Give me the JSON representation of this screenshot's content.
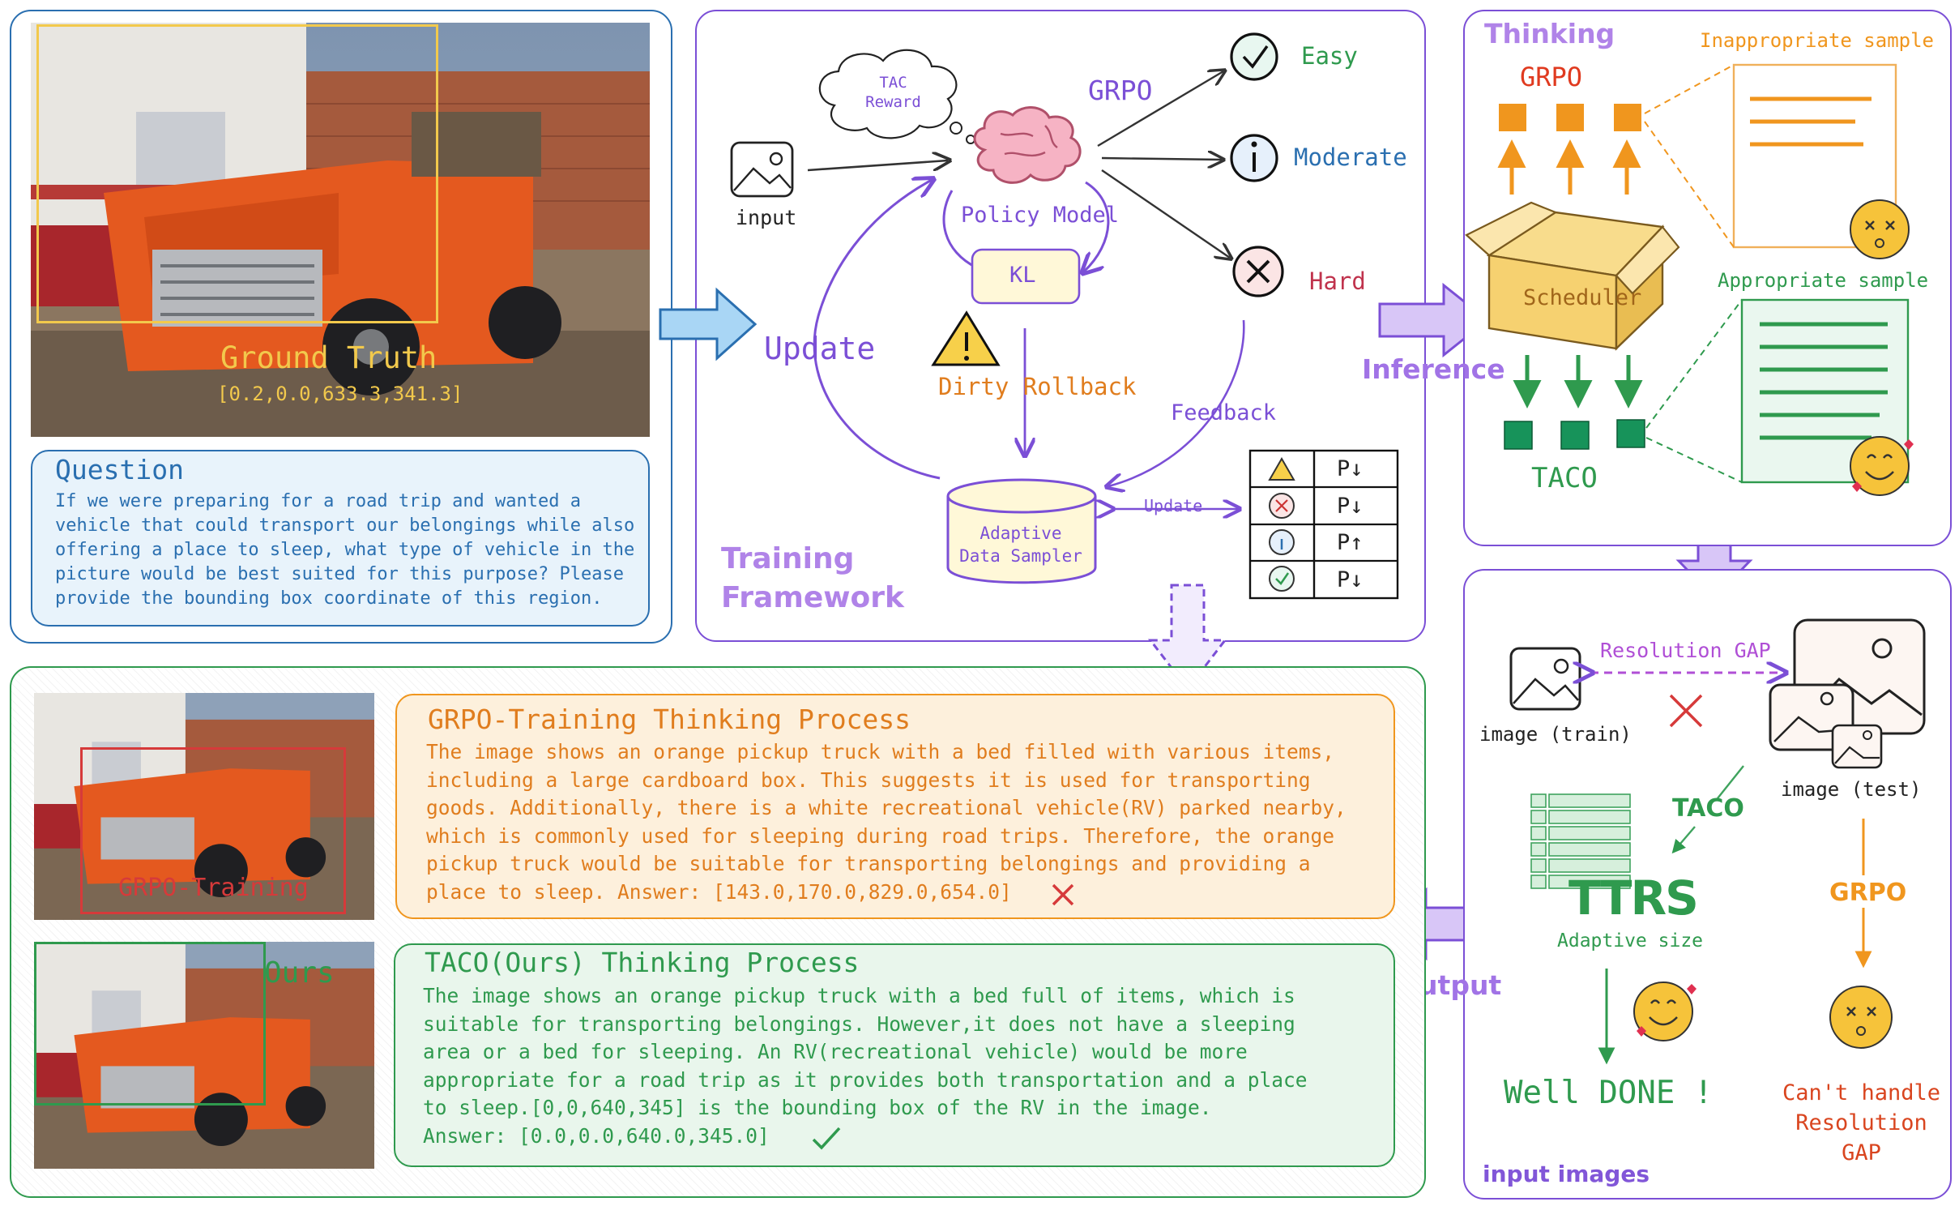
{
  "question_panel": {
    "gt_label": "Ground Truth",
    "gt_coords": "[0.2,0.0,633.3,341.3]",
    "question_title": "Question",
    "question_text": "If we were preparing for a road trip and wanted a\nvehicle that could transport our belongings while also\noffering a place to sleep, what type of vehicle in the\npicture would be best suited for this purpose? Please\nprovide the bounding box coordinate of this region."
  },
  "training": {
    "tac_reward": "TAC\nReward",
    "grpo": "GRPO",
    "input": "input",
    "policy_model": "Policy Model",
    "kl": "KL",
    "update": "Update",
    "dirty_rollback": "Dirty Rollback",
    "feedback": "Feedback",
    "easy": "Easy",
    "moderate": "Moderate",
    "hard": "Hard",
    "sampler": "Adaptive\nData Sampler",
    "update_small": "Update",
    "table_p": [
      "P↓",
      "P↓",
      "P↑",
      "P↓"
    ],
    "title": "Training\nFramework"
  },
  "thinking": {
    "title": "Thinking",
    "grpo": "GRPO",
    "inappropriate": "Inappropriate sample",
    "appropriate": "Appropriate sample",
    "scheduler": "Scheduler",
    "taco": "TACO",
    "inference": "Inference"
  },
  "input_images": {
    "resolution_gap": "Resolution GAP",
    "image_train": "image (train)",
    "image_test": "image (test)",
    "taco": "TACO",
    "grpo": "GRPO",
    "ttrs": "TTRS",
    "adaptive_size": "Adaptive size",
    "well_done": "Well DONE !",
    "cant_handle": "Can't handle\nResolution\nGAP",
    "title": "input images",
    "output": "Output"
  },
  "results": {
    "grpo_label": "GRPO-Training",
    "ours_label": "Ours",
    "grpo_title": "GRPO-Training Thinking Process",
    "grpo_text": "The image shows an orange pickup truck with a bed filled with various items,\nincluding a large cardboard box. This suggests it is used for transporting\ngoods. Additionally, there is a white recreational vehicle(RV) parked nearby,\nwhich is commonly used for sleeping during road trips. Therefore, the orange\npickup truck would be suitable for transporting belongings and providing a\nplace to sleep. Answer: [143.0,170.0,829.0,654.0]",
    "taco_title": "TACO(Ours) Thinking Process",
    "taco_text": "The image shows an orange pickup truck with a bed full of items, which is\nsuitable for transporting belongings. However,it does not have a sleeping\narea or a bed for sleeping. An RV(recreational vehicle) would be more\nappropriate for a road trip as it provides both transportation and a place\nto sleep.[0,0,640,345] is the bounding box of the RV in the image.\nAnswer: [0.0,0.0,640.0,345.0]"
  },
  "colors": {
    "blue": "#2a6fb0",
    "purple": "#7b4fd6",
    "orange": "#e07d1e",
    "green": "#2f9a4e",
    "yellow": "#f2c94c",
    "red": "#d63a3a"
  }
}
